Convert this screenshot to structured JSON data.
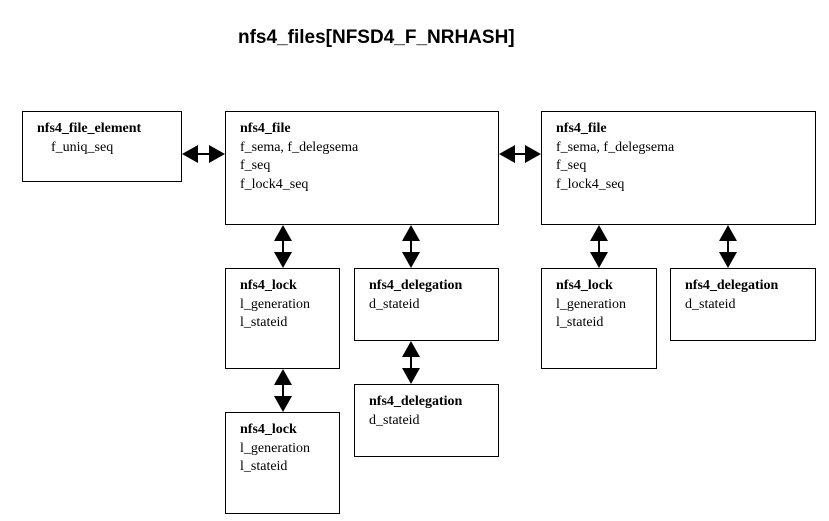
{
  "title": "nfs4_files[NFSD4_F_NRHASH]",
  "boxes": {
    "file_element": {
      "name": "nfs4_file_element",
      "fields": [
        "f_uniq_seq"
      ]
    },
    "file_left": {
      "name": "nfs4_file",
      "fields": [
        "f_sema, f_delegsema",
        "f_seq",
        "f_lock4_seq"
      ]
    },
    "file_right": {
      "name": "nfs4_file",
      "fields": [
        "f_sema, f_delegsema",
        "f_seq",
        "f_lock4_seq"
      ]
    },
    "lock_1": {
      "name": "nfs4_lock",
      "fields": [
        "l_generation",
        "l_stateid"
      ]
    },
    "lock_2": {
      "name": "nfs4_lock",
      "fields": [
        "l_generation",
        "l_stateid"
      ]
    },
    "lock_3": {
      "name": "nfs4_lock",
      "fields": [
        "l_generation",
        "l_stateid"
      ]
    },
    "deleg_1": {
      "name": "nfs4_delegation",
      "fields": [
        "d_stateid"
      ]
    },
    "deleg_2": {
      "name": "nfs4_delegation",
      "fields": [
        "d_stateid"
      ]
    },
    "deleg_3": {
      "name": "nfs4_delegation",
      "fields": [
        "d_stateid"
      ]
    }
  }
}
